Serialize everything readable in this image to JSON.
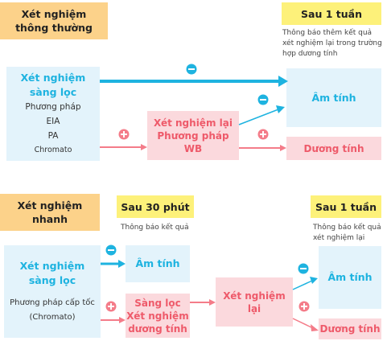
{
  "section_top": {
    "header": [
      "Xét nghiệm",
      "thông thường"
    ],
    "timing": "Sau 1 tuần",
    "timing_note": [
      "Thông báo thêm kết quả",
      "xét nghiệm lại trong trường",
      "hợp dương tính"
    ],
    "screening_title": [
      "Xét nghiệm",
      "sàng lọc"
    ],
    "methods": [
      "Phương pháp",
      "EIA",
      "PA",
      "Chromato"
    ],
    "retest": [
      "Xét nghiệm lại",
      "Phương pháp WB"
    ],
    "negative": "Âm tính",
    "positive": "Dương tính"
  },
  "section_bottom": {
    "header": [
      "Xét nghiệm",
      "nhanh"
    ],
    "timing_30": "Sau 30 phút",
    "timing_30_note": "Thông báo kết quả",
    "timing_1w": "Sau 1 tuần",
    "timing_1w_note": [
      "Thông báo kết quả",
      "xét nghiệm lại"
    ],
    "screening_title": [
      "Xét nghiệm",
      "sàng lọc"
    ],
    "methods": [
      "Phương pháp cấp tốc",
      "(Chromato)"
    ],
    "negative_early": "Âm tính",
    "screening_positive": [
      "Sàng lọc",
      "Xét nghiệm",
      "dương tính"
    ],
    "retest": "Xét nghiệm lại",
    "negative": "Âm tính",
    "positive": "Dương tính"
  },
  "colors": {
    "negative_arrow": "#1eb3e0",
    "positive_arrow": "#f47c89",
    "header_orange": "#fcd28a",
    "timing_yellow": "#fdf17a",
    "result_blue_bg": "#e3f3fb",
    "result_pink_bg": "#fbd9dd"
  },
  "icons": {
    "minus": "minus-circle-icon",
    "plus": "plus-circle-icon"
  }
}
